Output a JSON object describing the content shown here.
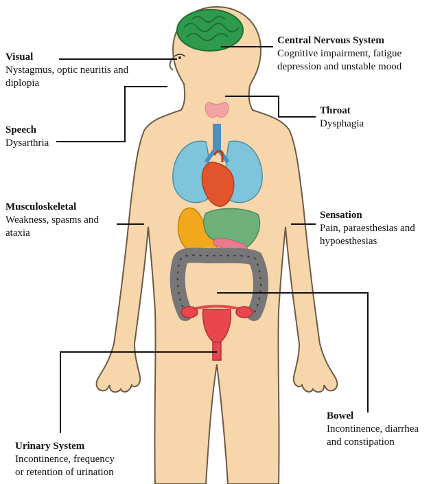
{
  "labels": {
    "visual": {
      "title": "Visual",
      "lines": [
        "Nystagmus, optic neuritis and",
        "diplopia"
      ]
    },
    "speech": {
      "title": "Speech",
      "lines": [
        "Dysarthria"
      ]
    },
    "musculoskeletal": {
      "title": "Musculoskeletal",
      "lines": [
        "Weakness, spasms and",
        "ataxia"
      ]
    },
    "urinary": {
      "title": "Urinary System",
      "lines": [
        "Incontinence, frequency",
        "or retention of urination"
      ]
    },
    "cns": {
      "title": "Central Nervous System",
      "lines": [
        "Cognitive impairment, fatigue",
        "depression and unstable mood"
      ]
    },
    "throat": {
      "title": "Throat",
      "lines": [
        "Dysphagia"
      ]
    },
    "sensation": {
      "title": "Sensation",
      "lines": [
        "Pain, paraesthesias and",
        "hypoesthesias"
      ]
    },
    "bowel": {
      "title": "Bowel",
      "lines": [
        "Incontinence, diarrhea",
        "and constipation"
      ]
    }
  },
  "colors": {
    "skin": "#f6d6aa",
    "outline": "#6d5a46",
    "brain": "#2e9a4e",
    "thyroid": "#f3a3a3",
    "lungs": "#7ec4da",
    "trachea": "#4f8fbf",
    "heart": "#e2552c",
    "liver": "#6fb07a",
    "stomach": "#f2a81d",
    "pancreas": "#e87b8d",
    "intestine": "#777777",
    "uterus": "#e8474e",
    "leader": "#111111"
  }
}
